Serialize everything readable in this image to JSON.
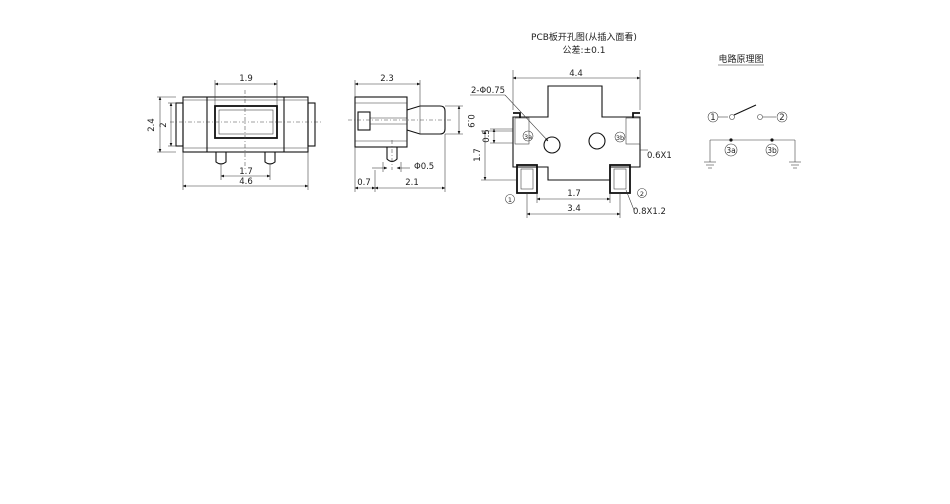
{
  "pcb_view": {
    "title": "PCB板开孔图(从插入面看)",
    "tolerance": "公差:±0.1",
    "dims": {
      "width": "4.4",
      "holes": "2-Φ0.75",
      "hole_gap": "0.5",
      "height": "1.7",
      "pad_pitch": "1.7",
      "pad_span": "3.4",
      "pad_small": "0.6X1",
      "pad_large": "0.8X1.2"
    },
    "labels": {
      "hole_a": "3a",
      "hole_b": "3b",
      "pad_1": "1",
      "pad_2": "2"
    }
  },
  "front_view": {
    "dims": {
      "top": "1.9",
      "outer_h": "2.4",
      "inner_h": "2",
      "foot_pitch": "1.7",
      "width": "4.6"
    }
  },
  "side_view": {
    "dims": {
      "top": "2.3",
      "button_h": "0.9",
      "pin_dia": "Φ0.5",
      "offset": "0.7",
      "depth": "2.1"
    }
  },
  "schematic": {
    "title": "电路原理图",
    "labels": {
      "t1": "1",
      "t2": "2",
      "t3a": "3a",
      "t3b": "3b"
    }
  }
}
